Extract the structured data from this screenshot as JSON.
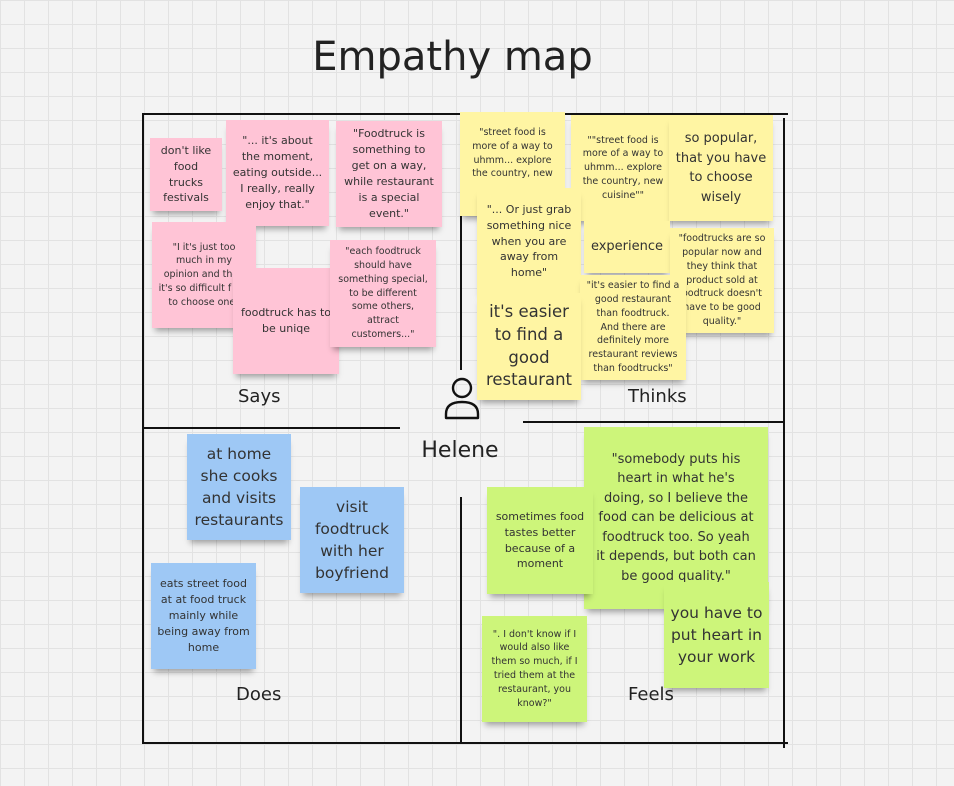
{
  "board": {
    "title": "Empathy map",
    "persona": "Helene",
    "quadrants": {
      "says": "Says",
      "thinks": "Thinks",
      "does": "Does",
      "feels": "Feels"
    }
  },
  "colors": {
    "says": "#ffc4d6",
    "thinks": "#fff5a3",
    "does": "#9ec8f5",
    "feels": "#cdf57a"
  },
  "notes": {
    "says": [
      "don't like food trucks festivals",
      "\"... it's about the moment, eating outside... I really, really enjoy that.\"",
      "\"Foodtruck is something to get on a way, while restaurant is a special event.\"",
      "\"I it's just too much in my opinion and then it's so difficult f me to choose one\"",
      "foodtruck has to be uniqe",
      "\"each foodtruck should have something special, to be different some others, attract customers...\""
    ],
    "thinks": [
      "\"street food is more of a way to uhmm... explore the country, new",
      "\"\"street food is more of a way to uhmm... explore the country, new cuisine\"\"",
      "so popular, that you have to choose wisely",
      "\"... Or just grab something nice when you are away from home\"",
      "experience",
      "\"foodtrucks are so popular now and they think that product sold at oodtruck doesn't have to be good quality.\"",
      "\"it's easier to find a good restaurant than foodtruck. And there are definitely more restaurant reviews than foodtrucks\"",
      "it's easier to find a good restaurant"
    ],
    "does": [
      "at home she cooks and visits restaurants",
      "visit foodtruck with her boyfriend",
      "eats street food at at food truck mainly while being away from home"
    ],
    "feels": [
      "\"somebody puts his heart in what he's doing, so I believe the food can be delicious at foodtruck too. So yeah it depends, but both can be good quality.\"",
      "sometimes food tastes better because of a moment",
      "you have to put heart in your work",
      "\". I don't know if I would also like them so much, if I tried them at the restaurant, you know?\""
    ]
  }
}
